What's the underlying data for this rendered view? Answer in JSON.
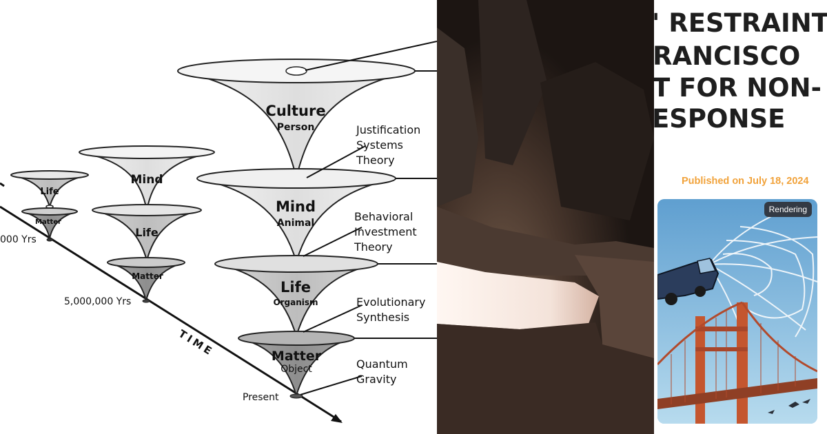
{
  "diagram": {
    "cones": {
      "small_life": "Life",
      "small_matter": "Matter",
      "mid_mind": "Mind",
      "mid_life": "Life",
      "mid_matter": "Matter",
      "big_culture": "Culture",
      "big_culture_sub": "Person",
      "big_mind": "Mind",
      "big_mind_sub": "Animal",
      "big_life": "Life",
      "big_life_sub": "Organism",
      "big_matter": "Matter",
      "big_matter_sub": "Object"
    },
    "theories": {
      "jst_1": "Justification",
      "jst_2": "Systems",
      "jst_3": "Theory",
      "bit_1": "Behavioral",
      "bit_2": "Investment",
      "bit_3": "Theory",
      "es_1": "Evolutionary",
      "es_2": "Synthesis",
      "qg_1": "Quantum",
      "qg_2": "Gravity"
    },
    "timeline": {
      "t1": "000 Yrs",
      "t2": "5,000,000 Yrs",
      "present": "Present",
      "axis": "TIME"
    }
  },
  "news": {
    "headline_lines": [
      "' RESTRAINT",
      "RANCISCO",
      "T FOR NON-",
      "ESPONSE"
    ],
    "published": "Published on July 18, 2024",
    "badge": "Rendering"
  },
  "colors": {
    "accent_orange": "#f1a23a",
    "headline": "#1e1e1e",
    "badge_bg": "#333a44"
  }
}
